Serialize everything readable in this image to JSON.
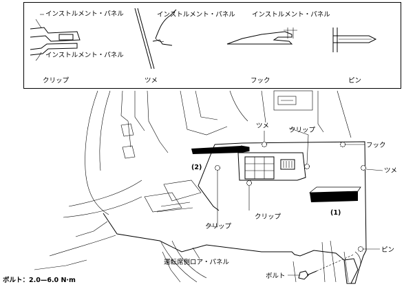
{
  "legend": {
    "clip": {
      "upper_part": "インストルメント・パネル",
      "lower_part": "インストルメント・パネル",
      "caption": "クリップ"
    },
    "claw": {
      "part": "インストルメント・パネル",
      "caption": "ツメ"
    },
    "hook": {
      "part": "インストルメント・パネル",
      "caption": "フック"
    },
    "pin": {
      "caption": "ピン"
    }
  },
  "callouts": {
    "tsume_top": "ツメ",
    "clip_top": "クリップ",
    "hook_right": "フック",
    "tsume_right": "ツメ",
    "clip_center": "クリップ",
    "clip_left": "クリップ",
    "pin_right": "ピン",
    "bolt": "ボルト",
    "panel_name": "運転席側ロア・パネル",
    "step_1": "(1)",
    "step_2": "(2)"
  },
  "torque_spec": "ボルト：2.0—6.0 N·m"
}
